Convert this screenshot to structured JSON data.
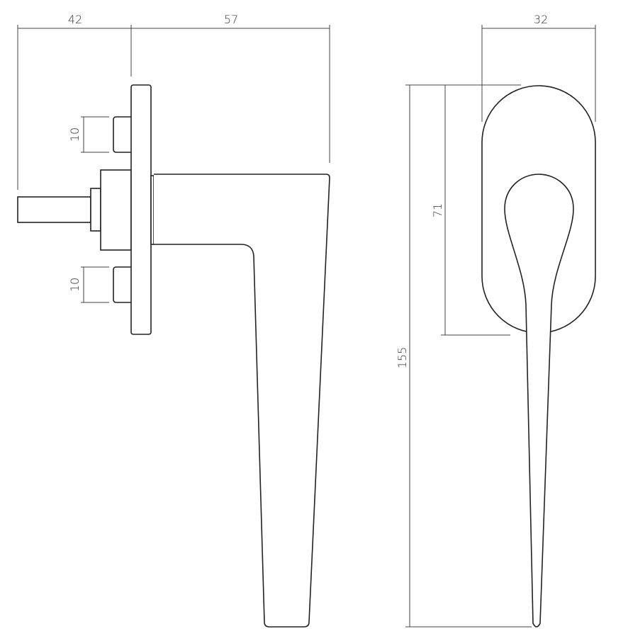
{
  "side_view": {
    "dimensions": {
      "spindle_length": "42",
      "handle_projection": "57",
      "upper_stud_height": "10",
      "lower_stud_height": "10"
    }
  },
  "front_view": {
    "dimensions": {
      "rosette_width": "32",
      "rosette_height": "71",
      "overall_height": "155"
    }
  },
  "colors": {
    "line": "#222222",
    "dimension": "#444444",
    "background": "#ffffff"
  }
}
